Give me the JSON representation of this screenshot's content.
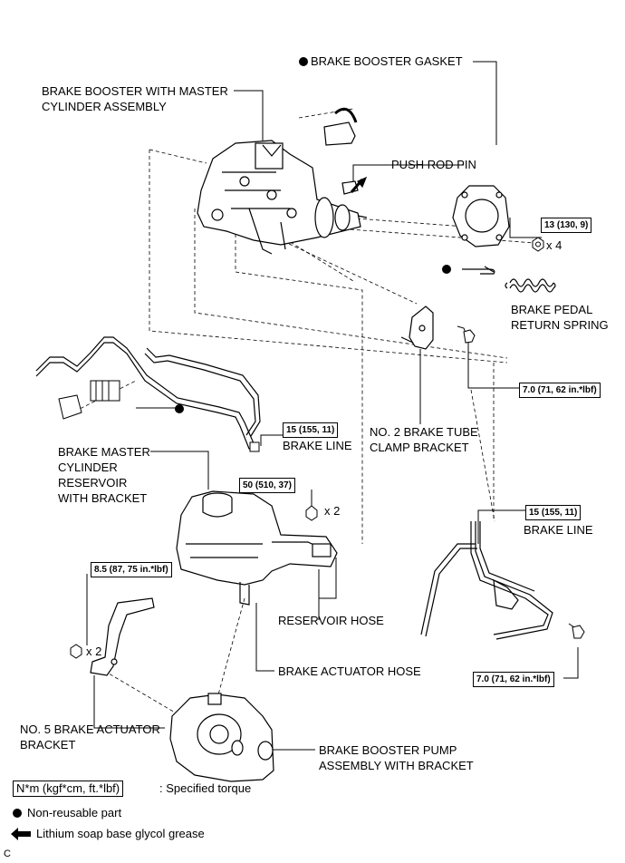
{
  "labels": {
    "gasket": "BRAKE BOOSTER GASKET",
    "booster": [
      "BRAKE BOOSTER WITH MASTER",
      "CYLINDER ASSEMBLY"
    ],
    "push_rod_pin": "PUSH ROD PIN",
    "return_spring": [
      "BRAKE PEDAL",
      "RETURN SPRING"
    ],
    "brake_line_1": "BRAKE LINE",
    "brake_line_2": "BRAKE LINE",
    "tube_clamp": [
      "NO. 2 BRAKE TUBE",
      "CLAMP BRACKET"
    ],
    "reservoir": [
      "BRAKE MASTER",
      "CYLINDER",
      "RESERVOIR",
      "WITH BRACKET"
    ],
    "reservoir_hose": "RESERVOIR HOSE",
    "actuator_hose": "BRAKE ACTUATOR HOSE",
    "actuator_bracket": [
      "NO. 5 BRAKE ACTUATOR",
      "BRACKET"
    ],
    "pump": [
      "BRAKE BOOSTER PUMP",
      "ASSEMBLY WITH BRACKET"
    ]
  },
  "torques": {
    "t_13": "13 (130, 9)",
    "t_7a": "7.0 (71, 62 in.*lbf)",
    "t_15a": "15 (155, 11)",
    "t_50": "50 (510, 37)",
    "t_15b": "15 (155, 11)",
    "t_85": "8.5 (87, 75 in.*lbf)",
    "t_7b": "7.0 (71, 62 in.*lbf)"
  },
  "quantities": {
    "q4": "x 4",
    "q2a": "x 2",
    "q2b": "x 2"
  },
  "legend": {
    "torque_box": "N*m (kgf*cm, ft.*lbf)",
    "torque_text": ": Specified torque",
    "nonreusable": "Non-reusable part",
    "grease": "Lithium soap base glycol grease"
  },
  "corner_letter": "C"
}
